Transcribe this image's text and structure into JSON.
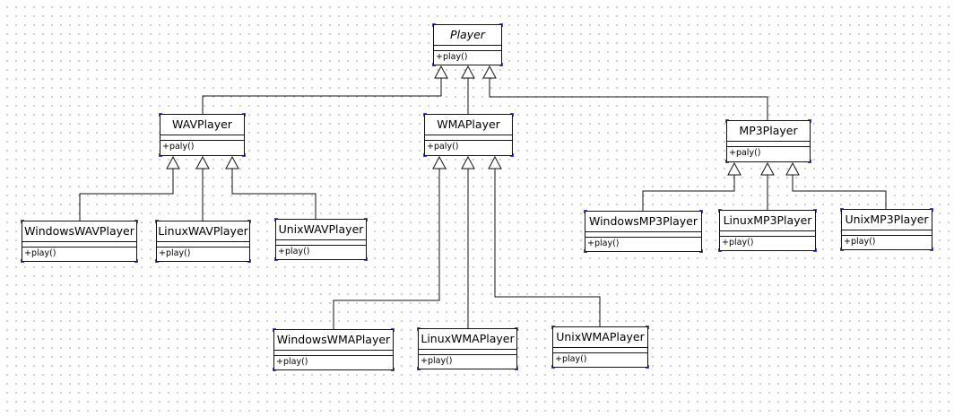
{
  "diagram": {
    "classes": [
      {
        "id": "player",
        "name": "Player",
        "abstract": true,
        "op": "+play()"
      },
      {
        "id": "wav",
        "name": "WAVPlayer",
        "op": "+paly()"
      },
      {
        "id": "wma",
        "name": "WMAPlayer",
        "op": "+paly()"
      },
      {
        "id": "mp3",
        "name": "MP3Player",
        "op": "+paly()"
      },
      {
        "id": "winwav",
        "name": "WindowsWAVPlayer",
        "op": "+play()"
      },
      {
        "id": "linwav",
        "name": "LinuxWAVPlayer",
        "op": "+play()"
      },
      {
        "id": "unixwav",
        "name": "UnixWAVPlayer",
        "op": "+play()"
      },
      {
        "id": "winwma",
        "name": "WindowsWMAPlayer",
        "op": "+play()"
      },
      {
        "id": "linwma",
        "name": "LinuxWMAPlayer",
        "op": "+play()"
      },
      {
        "id": "unixwma",
        "name": "UnixWMAPlayer",
        "op": "+play()"
      },
      {
        "id": "winmp3",
        "name": "WindowsMP3Player",
        "op": "+play()"
      },
      {
        "id": "linmp3",
        "name": "LinuxMP3Player",
        "op": "+play()"
      },
      {
        "id": "unixmp3",
        "name": "UnixMP3Player",
        "op": "+play()"
      }
    ],
    "generalizations": [
      {
        "child": "wav",
        "parent": "player"
      },
      {
        "child": "wma",
        "parent": "player"
      },
      {
        "child": "mp3",
        "parent": "player"
      },
      {
        "child": "winwav",
        "parent": "wav"
      },
      {
        "child": "linwav",
        "parent": "wav"
      },
      {
        "child": "unixwav",
        "parent": "wav"
      },
      {
        "child": "winwma",
        "parent": "wma"
      },
      {
        "child": "linwma",
        "parent": "wma"
      },
      {
        "child": "unixwma",
        "parent": "wma"
      },
      {
        "child": "winmp3",
        "parent": "mp3"
      },
      {
        "child": "linmp3",
        "parent": "mp3"
      },
      {
        "child": "unixmp3",
        "parent": "mp3"
      }
    ]
  }
}
